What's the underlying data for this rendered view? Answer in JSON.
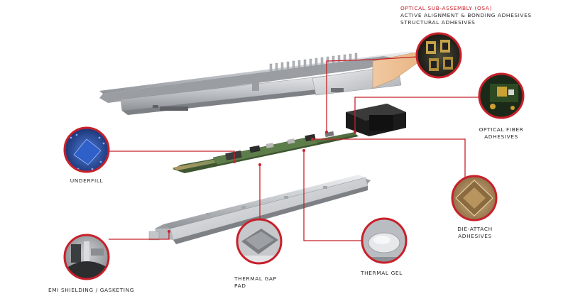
{
  "colors": {
    "accent": "#c8202a",
    "metal": "#c9cbce",
    "pcb": "#5d7e4a",
    "text": "#2a2a2a"
  },
  "labels": {
    "osa_title": "OPTICAL SUB-ASSEMBLY (OSA)",
    "osa_line1": "ACTIVE ALIGNMENT & BONDING ADHESIVES",
    "osa_line2": "STRUCTURAL ADHESIVES",
    "fiber_line1": "OPTICAL FIBER",
    "fiber_line2": "ADHESIVES",
    "underfill": "UNDERFILL",
    "die_line1": "DIE-ATTACH",
    "die_line2": "ADHESIVES",
    "emi": "EMI SHIELDING / GASKETING",
    "gap_line1": "THERMAL GAP",
    "gap_line2": "PAD",
    "gel": "THERMAL GEL"
  }
}
